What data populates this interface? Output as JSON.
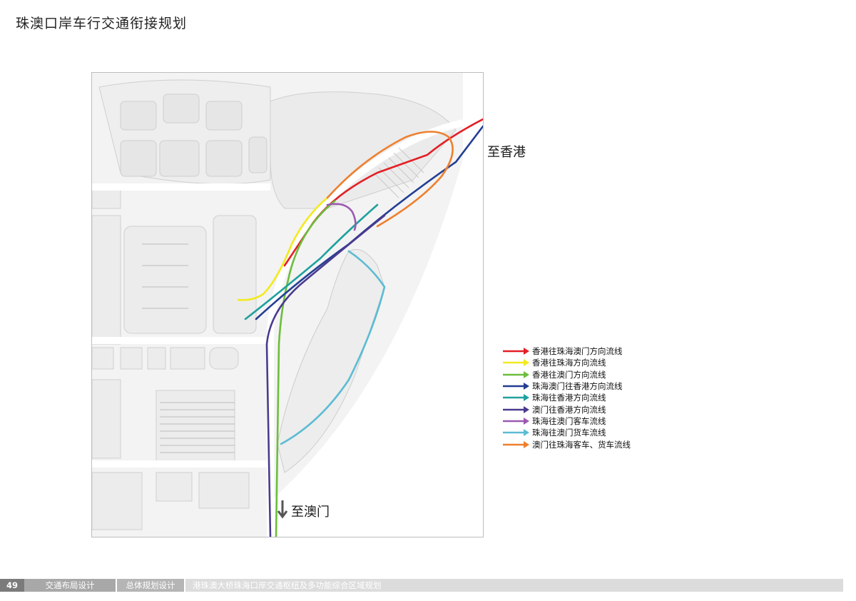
{
  "page": {
    "title": "珠澳口岸车行交通衔接规划"
  },
  "map": {
    "label_hk": "至香港",
    "label_macau": "至澳门"
  },
  "legend": [
    {
      "label": "香港往珠海澳门方向流线",
      "color": "#e31f26"
    },
    {
      "label": "香港往珠海方向流线",
      "color": "#f2ea1d"
    },
    {
      "label": "香港往澳门方向流线",
      "color": "#6cbe3c"
    },
    {
      "label": "珠海澳门往香港方向流线",
      "color": "#233e93"
    },
    {
      "label": "珠海往香港方向流线",
      "color": "#1fa19e"
    },
    {
      "label": "澳门往香港方向流线",
      "color": "#4b3a8f"
    },
    {
      "label": "珠海往澳门客车流线",
      "color": "#9b59b0"
    },
    {
      "label": "珠海往澳门货车流线",
      "color": "#5bbcd3"
    },
    {
      "label": "澳门往珠海客车、货车流线",
      "color": "#ee7f2d"
    }
  ],
  "footer": {
    "page_number": "49",
    "section1": "交通布局设计",
    "section2": "总体规划设计",
    "section3": "港珠澳大桥珠海口岸交通枢纽及多功能综合区域规划"
  }
}
